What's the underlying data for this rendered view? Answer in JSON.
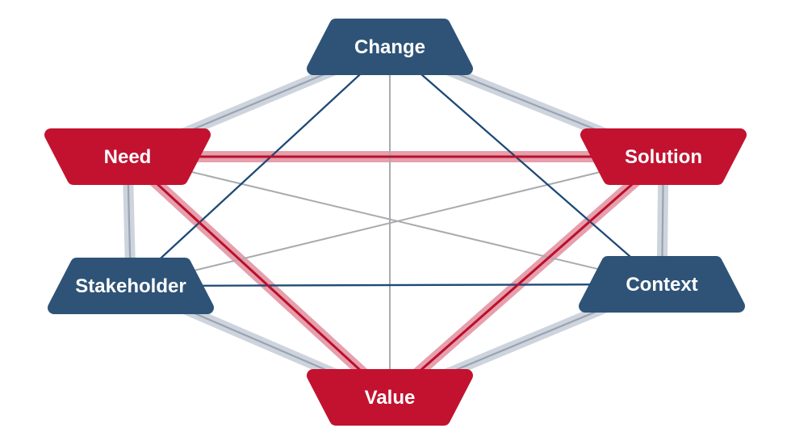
{
  "diagram": {
    "name": "core-concept-hexagon",
    "background": "#ffffff",
    "nodes": [
      {
        "id": "change",
        "label": "Change",
        "group": "blue"
      },
      {
        "id": "need",
        "label": "Need",
        "group": "red"
      },
      {
        "id": "solution",
        "label": "Solution",
        "group": "red"
      },
      {
        "id": "stakeholder",
        "label": "Stakeholder",
        "group": "blue"
      },
      {
        "id": "context",
        "label": "Context",
        "group": "blue"
      },
      {
        "id": "value",
        "label": "Value",
        "group": "red"
      }
    ],
    "colors": {
      "blue_node": "#2e5377",
      "red_node": "#c2122f",
      "label_text": "#ffffff",
      "perimeter_band": "#cdd4dd",
      "perimeter_core": "#9aa3af",
      "diagonal_line": "#a9abae",
      "blue_triangle_line": "#1e4a75",
      "highlight_band": "#e59fad",
      "highlight_core": "#bb0f2a"
    },
    "edges": {
      "perimeter": [
        [
          "change",
          "need"
        ],
        [
          "change",
          "solution"
        ],
        [
          "need",
          "stakeholder"
        ],
        [
          "solution",
          "context"
        ],
        [
          "stakeholder",
          "value"
        ],
        [
          "context",
          "value"
        ]
      ],
      "diagonals": [
        [
          "change",
          "value"
        ],
        [
          "need",
          "context"
        ],
        [
          "solution",
          "stakeholder"
        ]
      ],
      "blue_triangle": [
        [
          "change",
          "stakeholder"
        ],
        [
          "change",
          "context"
        ],
        [
          "stakeholder",
          "context"
        ]
      ],
      "highlighted_triangle": [
        [
          "need",
          "solution"
        ],
        [
          "need",
          "value"
        ],
        [
          "solution",
          "value"
        ]
      ]
    }
  }
}
